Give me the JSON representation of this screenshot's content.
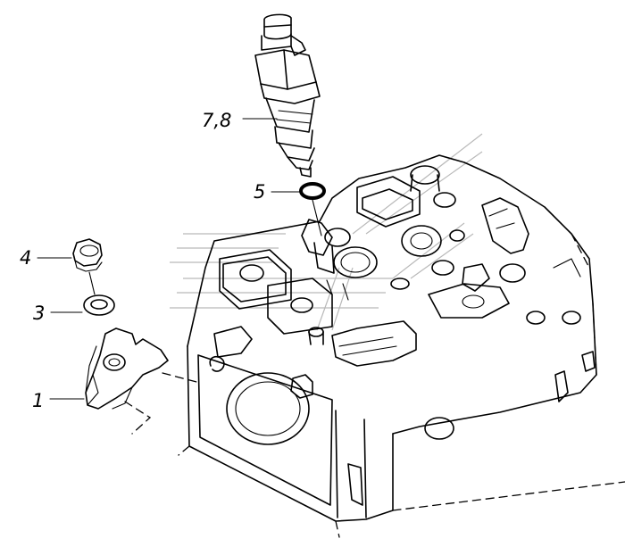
{
  "diagram": {
    "callouts": [
      {
        "id": "injector",
        "label": "7,8"
      },
      {
        "id": "seal-ring",
        "label": "5"
      },
      {
        "id": "nut",
        "label": "4"
      },
      {
        "id": "washer",
        "label": "3"
      },
      {
        "id": "clamp",
        "label": "1"
      }
    ]
  },
  "colors": {
    "line": "#000000",
    "background": "#ffffff",
    "watermark": "#b9b9b9"
  }
}
